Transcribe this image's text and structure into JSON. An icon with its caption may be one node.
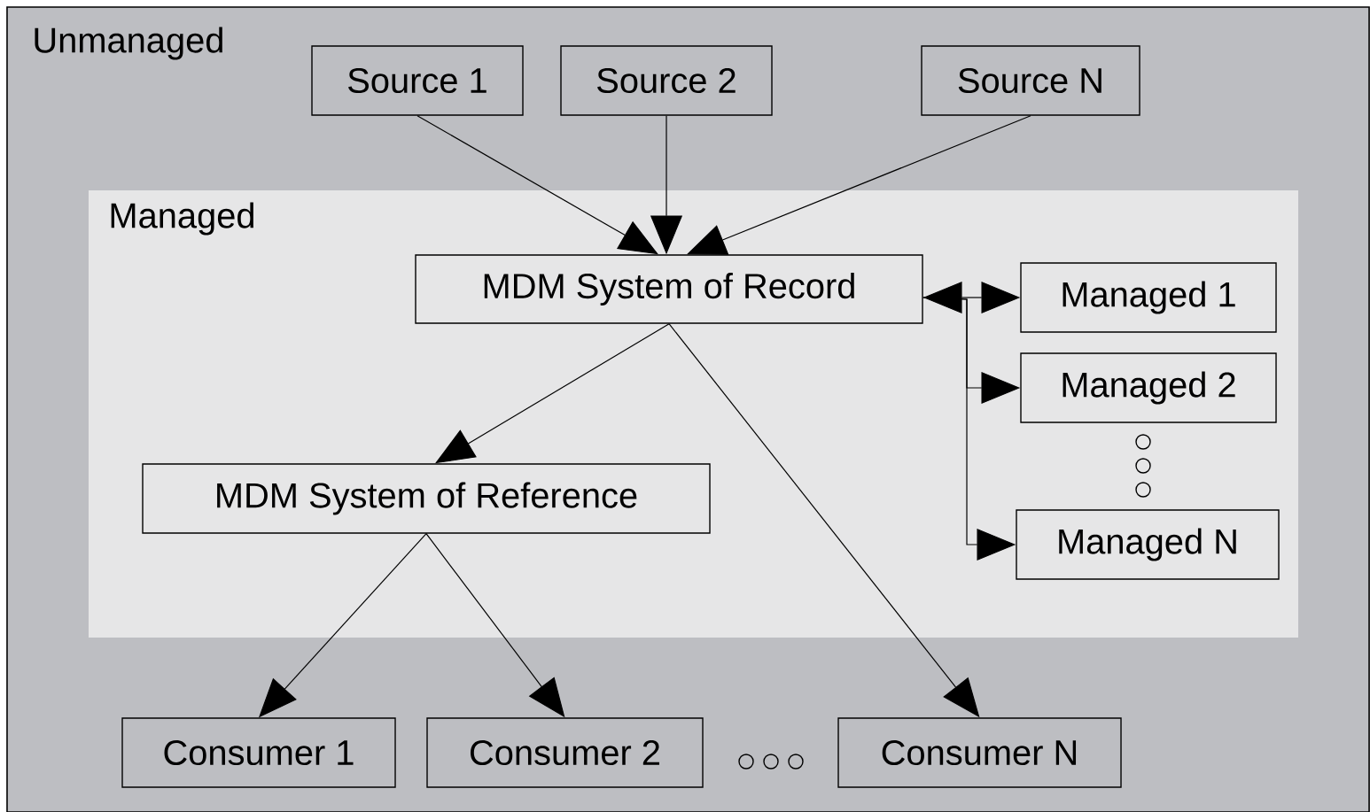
{
  "diagram": {
    "nodes": [
      {
        "text": [
          "Unmanaged"
        ]
      },
      {
        "text": [
          "Source 1"
        ],
        "in": 0
      },
      {
        "text": [
          "Source 2"
        ],
        "in": 0
      },
      {
        "text": [
          "Source N"
        ],
        "in": 0
      },
      {
        "text": [
          "Managed"
        ],
        "in": 0
      },
      {
        "text": [
          "MDM System of Record"
        ],
        "in": 4
      },
      {
        "text": [
          "Managed 1"
        ],
        "in": 4
      },
      {
        "text": [
          "Managed 2"
        ],
        "in": 4
      },
      {
        "text": [
          "Managed N"
        ],
        "in": 4
      },
      {
        "text": [
          "MDM System of Reference"
        ],
        "in": 4
      },
      {
        "text": [
          "Consumer 1"
        ],
        "in": 0
      },
      {
        "text": [
          "Consumer 2"
        ],
        "in": 0
      },
      {
        "text": [
          "Consumer N"
        ],
        "in": 0
      }
    ],
    "edges": [
      {
        "from": 1,
        "to": 5,
        "arrow": "to"
      },
      {
        "from": 2,
        "to": 5,
        "arrow": "to"
      },
      {
        "from": 3,
        "to": 5,
        "arrow": "to"
      },
      {
        "from": 5,
        "to": 6,
        "arrow": "both"
      },
      {
        "from": 5,
        "to": 7,
        "arrow": "to"
      },
      {
        "from": 5,
        "to": 8,
        "arrow": "to"
      },
      {
        "from": 5,
        "to": 9,
        "arrow": "to"
      },
      {
        "from": 9,
        "to": 10,
        "arrow": "to"
      },
      {
        "from": 9,
        "to": 11,
        "arrow": "to"
      },
      {
        "from": 5,
        "to": 12,
        "arrow": "to"
      }
    ]
  }
}
